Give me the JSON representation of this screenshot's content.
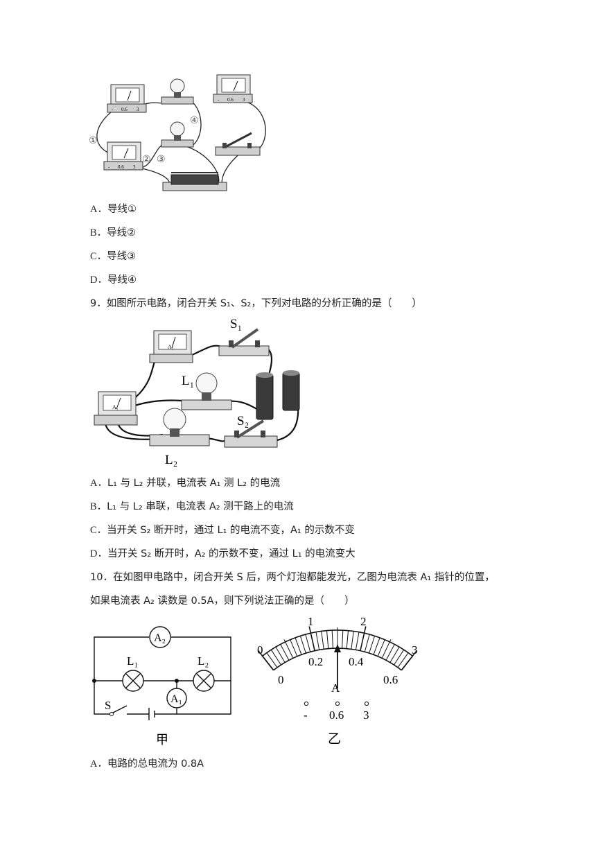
{
  "fig8": {
    "wire_labels": [
      "①",
      "②",
      "③",
      "④"
    ],
    "meter_scale": [
      "-",
      "0.6",
      "3"
    ]
  },
  "q8_options": [
    {
      "label": "A．",
      "text": "导线①"
    },
    {
      "label": "B．",
      "text": "导线②"
    },
    {
      "label": "C．",
      "text": "导线③"
    },
    {
      "label": "D．",
      "text": "导线④"
    }
  ],
  "q9": {
    "stem": "9．如图所示电路，闭合开关 S₁、S₂，下列对电路的分析正确的是（　　）",
    "fig_labels": {
      "s1": "S₁",
      "s2": "S₂",
      "l1": "L₁",
      "l2": "L₂",
      "a1": "A₁",
      "a2": "A₂"
    },
    "options": [
      {
        "label": "A．",
        "text": "L₁ 与 L₂ 并联，电流表 A₁ 测 L₂ 的电流"
      },
      {
        "label": "B．",
        "text": "L₁ 与 L₂ 串联，电流表 A₂ 测干路上的电流"
      },
      {
        "label": "C．",
        "text": "当开关 S₂ 断开时，通过 L₁ 的电流不变，A₁ 的示数不变"
      },
      {
        "label": "D．",
        "text": "当开关 S₂ 断开时，A₂ 的示数不变，通过 L₁ 的电流变大"
      }
    ]
  },
  "q10": {
    "stem_line1": "10．在如图甲电路中，闭合开关 S 后，两个灯泡都能发光，乙图为电流表 A₁ 指针的位置，",
    "stem_line2": "如果电流表 A₂ 读数是 0.5A，则下列说法正确的是（　　）",
    "circuit": {
      "a2": "A₂",
      "a1": "A₁",
      "l1": "L₁",
      "l2": "L₂",
      "s": "S",
      "caption": "甲"
    },
    "meter": {
      "upper_scale": [
        "0",
        "1",
        "2",
        "3"
      ],
      "lower_scale": [
        "0",
        "0.2",
        "0.4",
        "0.6"
      ],
      "unit": "A",
      "terminals": [
        "-",
        "0.6",
        "3"
      ],
      "caption": "乙",
      "pointer_reading_lower": 0.3
    },
    "options": [
      {
        "label": "A．",
        "text": "电路的总电流为 0.8A"
      }
    ]
  }
}
